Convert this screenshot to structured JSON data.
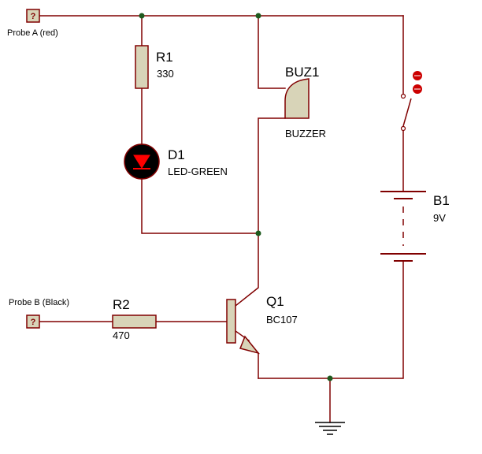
{
  "colors": {
    "wire": "#800000",
    "junction": "#1e5a1e",
    "component_fill": "#d8d4b8",
    "led_body": "#000000",
    "led_triangle": "#ff0000",
    "switch_contact": "#cc0000",
    "text": "#000000"
  },
  "probes": {
    "a": {
      "label": "Probe A (red)",
      "symbol": "?"
    },
    "b": {
      "label": "Probe B (Black)",
      "symbol": "?"
    }
  },
  "components": {
    "r1": {
      "ref": "R1",
      "value": "330"
    },
    "r2": {
      "ref": "R2",
      "value": "470"
    },
    "d1": {
      "ref": "D1",
      "value": "LED-GREEN"
    },
    "buz1": {
      "ref": "BUZ1",
      "value": "BUZZER"
    },
    "b1": {
      "ref": "B1",
      "value": "9V"
    },
    "q1": {
      "ref": "Q1",
      "value": "BC107"
    }
  },
  "icons": {
    "probe": "probe-terminal-icon",
    "resistor": "resistor-icon",
    "led": "led-icon",
    "buzzer": "buzzer-icon",
    "switch": "switch-icon",
    "battery": "battery-icon",
    "transistor": "npn-transistor-icon",
    "ground": "ground-icon"
  }
}
